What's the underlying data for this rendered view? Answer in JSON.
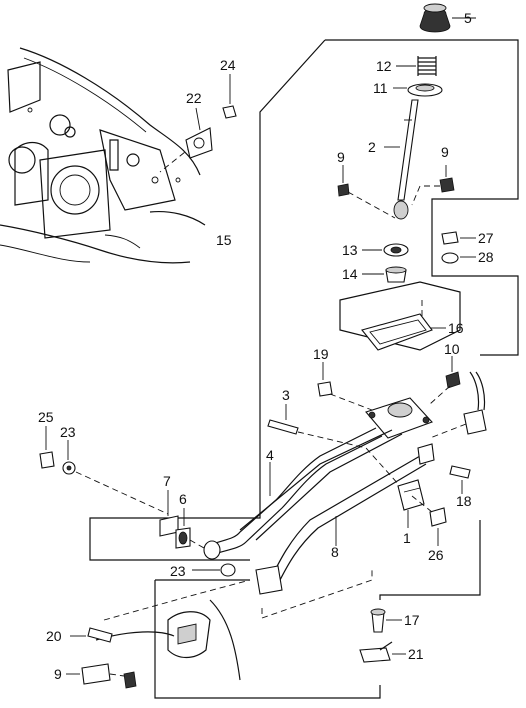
{
  "diagram": {
    "callouts": [
      {
        "id": "c1",
        "text": "1"
      },
      {
        "id": "c2",
        "text": "2"
      },
      {
        "id": "c3",
        "text": "3"
      },
      {
        "id": "c4",
        "text": "4"
      },
      {
        "id": "c5",
        "text": "5"
      },
      {
        "id": "c6",
        "text": "6"
      },
      {
        "id": "c7",
        "text": "7"
      },
      {
        "id": "c8",
        "text": "8"
      },
      {
        "id": "c9a",
        "text": "9"
      },
      {
        "id": "c9b",
        "text": "9"
      },
      {
        "id": "c9c",
        "text": "9"
      },
      {
        "id": "c10",
        "text": "10"
      },
      {
        "id": "c11",
        "text": "11"
      },
      {
        "id": "c12",
        "text": "12"
      },
      {
        "id": "c13",
        "text": "13"
      },
      {
        "id": "c14",
        "text": "14"
      },
      {
        "id": "c15",
        "text": "15"
      },
      {
        "id": "c16",
        "text": "16"
      },
      {
        "id": "c17",
        "text": "17"
      },
      {
        "id": "c18",
        "text": "18"
      },
      {
        "id": "c19",
        "text": "19"
      },
      {
        "id": "c20",
        "text": "20"
      },
      {
        "id": "c21",
        "text": "21"
      },
      {
        "id": "c22",
        "text": "22"
      },
      {
        "id": "c23a",
        "text": "23"
      },
      {
        "id": "c23b",
        "text": "23"
      },
      {
        "id": "c24",
        "text": "24"
      },
      {
        "id": "c25",
        "text": "25"
      },
      {
        "id": "c26",
        "text": "26"
      },
      {
        "id": "c27",
        "text": "27"
      },
      {
        "id": "c28",
        "text": "28"
      }
    ]
  }
}
